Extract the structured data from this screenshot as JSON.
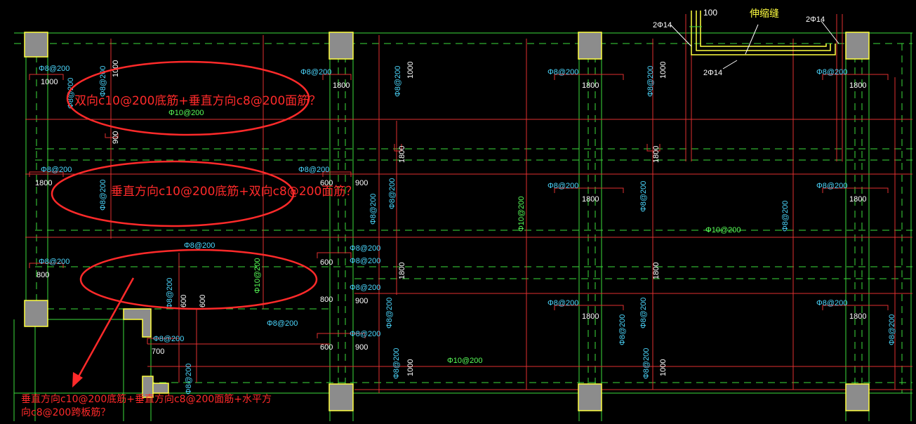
{
  "colors": {
    "background": "#000000",
    "structure_green": "#3cdc3c",
    "rebar_red": "#e03030",
    "label_cyan": "#4cd8ff",
    "label_green": "#59ff59",
    "label_white": "#ffffff",
    "annotation_red": "#ff2a2a",
    "joint_yellow": "#ffff40",
    "column_gray": "#8c8c8c"
  },
  "annotations": {
    "note1": "双向c10@200底筋+垂直方向c8@200面筋？",
    "note2": "垂直方向c10@200底筋+双向c8@200面筋？",
    "note3_line1": "垂直方向c10@200底筋+垂直方向c8@200面筋+水平方",
    "note3_line2": "向c8@200跨板筋？"
  },
  "expansion_joint": {
    "label": "伸缩缝",
    "dim": "100",
    "bar_left": "2Φ14",
    "bar_right": "2Φ14",
    "bar_bottom": "2Φ14"
  },
  "rebar_labels": {
    "c8": "Φ8@200",
    "c10": "Φ10@200",
    "d600": "600",
    "d700": "700",
    "d800": "800",
    "d900": "900",
    "d1000": "1000",
    "d1800": "1800"
  }
}
